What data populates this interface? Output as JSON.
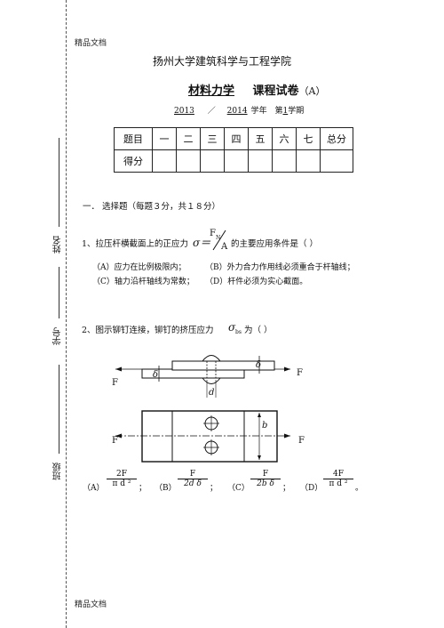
{
  "watermark": {
    "top": "精品文档",
    "bottom": "精品文档"
  },
  "header": {
    "school": "扬州大学建筑科学与工程学院",
    "course": "材料力学",
    "exam_label": "课程试卷",
    "variant": "（A）",
    "year_start": "2013",
    "slash": "／",
    "year_end": "2014",
    "year_suffix": "学年",
    "term_prefix": "第",
    "term_num": "1",
    "term_suffix": "学期"
  },
  "side": {
    "name": "姓名",
    "student_id": "学号",
    "class": "班级"
  },
  "score_table": {
    "row1": [
      "题目",
      "一",
      "二",
      "三",
      "四",
      "五",
      "六",
      "七",
      "总分"
    ],
    "row2_label": "得分"
  },
  "section1": {
    "heading": "一．  选择题（每题３分，共１８分）"
  },
  "q1": {
    "stem_a": "1、拉压杆横截面上的正应力",
    "formula_sigma": "σ＝",
    "formula_num": "F",
    "formula_sub": "N",
    "formula_den": "A",
    "stem_b": "的主要应用条件是（       ）",
    "optA": "（A）应力在比例极限内；",
    "optB": "（B）外力合力作用线必须重合于杆轴线；",
    "optC": "（C）轴力沿杆轴线为常数；",
    "optD": "（D）杆件必须为实心截面。"
  },
  "q2": {
    "stem_a": "2、图示铆钉连接，铆钉的挤压应力",
    "sigma": "σ",
    "sigma_sub": "bs",
    "stem_b": "为（       ）",
    "fig": {
      "F": "F",
      "delta": "δ",
      "d": "d",
      "b": "b"
    },
    "optA_label": "（A）",
    "optA_num": "2F",
    "optA_den": "π d ²",
    "optA_end": "；",
    "optB_label": "（B）",
    "optB_num": "F",
    "optB_den": "2d δ",
    "optB_end": "；",
    "optC_label": "（C）",
    "optC_num": "F",
    "optC_den": "2b δ",
    "optC_end": "；",
    "optD_label": "（D）",
    "optD_num": "4F",
    "optD_den": "π d ²",
    "optD_end": "。"
  }
}
